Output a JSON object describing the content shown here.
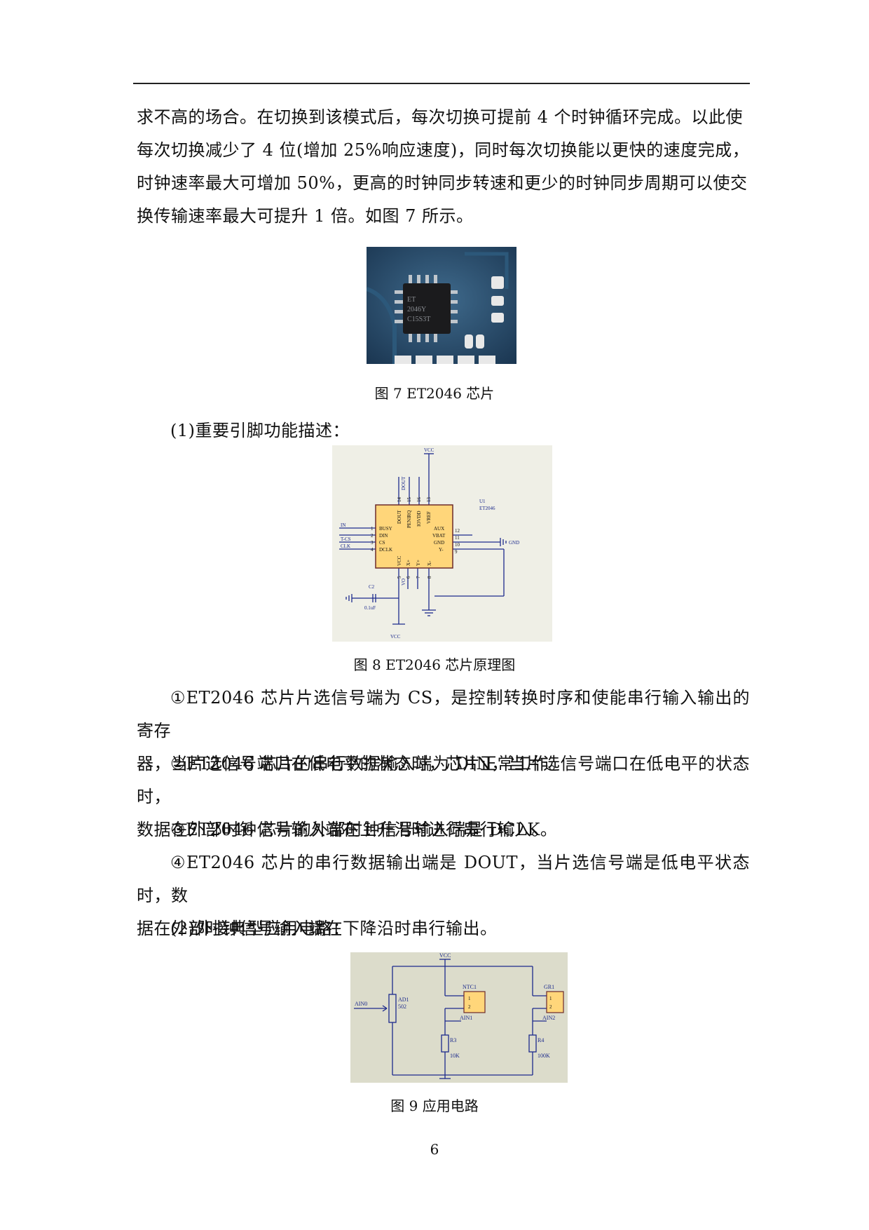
{
  "paragraphs": {
    "p1_lines": [
      "求不高的场合。在切换到该模式后，每次切换可提前 4 个时钟循环完成。以此使",
      "每次切换减少了 4 位(增加 25%响应速度)，同时每次切换能以更快的速度完成，",
      "时钟速率最大可增加 50%，更高的时钟同步转速和更少的时钟同步周期可以使交",
      "换传输速率最大可提升 1 倍。如图 7 所示。"
    ],
    "section1": "(1)重要引脚功能描述：",
    "item1_lines": [
      "①ET2046 芯片片选信号端为 CS，是控制转换时序和使能串行输入输出的寄存",
      "器，当片选信号端口在低电平的状态时，芯片正常工作。"
    ],
    "item2_lines": [
      "②ET2046 芯片的串行数据输入端为 DIN，当片选信号端口在低电平的状态时，",
      "数据在外部时钟信号输入端在上升沿时进行串行输入。"
    ],
    "item3": "③ET2046 芯片的外部时钟信号输入端是 DCLK。",
    "item4_lines": [
      "④ET2046 芯片的串行数据输出端是 DOUT，当片选信号端是低电平状态时，数",
      "据在外部时钟信号输入端在下降沿时串行输出。"
    ],
    "section2": "(2)外接典型应用电路："
  },
  "figures": {
    "fig7": {
      "caption": "图 7 ET2046 芯片",
      "chip_marking": [
        "ET",
        "2046Y",
        "C15S3T"
      ]
    },
    "fig8": {
      "caption": "图 8 ET2046 芯片原理图",
      "labels": {
        "vcc_top": "VCC",
        "vcc_bottom": "VCC",
        "designator": "U1",
        "part": "ET2046",
        "top_pins": [
          "DOUT",
          "PENIRQ",
          "IOVDD",
          "VREF"
        ],
        "top_pin_nums": [
          "14",
          "15",
          "16",
          "13"
        ],
        "left_pins": [
          "BUSY",
          "DIN",
          "CS",
          "DCLK"
        ],
        "left_pin_nums": [
          "1",
          "2",
          "3",
          "4"
        ],
        "left_nets": [
          "IN",
          "T-CS",
          "CLK"
        ],
        "right_pins": [
          "AUX",
          "VBAT",
          "GND",
          "Y-"
        ],
        "right_pin_nums": [
          "12",
          "11",
          "10",
          "9"
        ],
        "bottom_pins": [
          "VCC",
          "X+",
          "Y+",
          "X-"
        ],
        "bottom_pin_nums": [
          "5",
          "6",
          "7",
          "8"
        ],
        "dout_net": "DOUT",
        "gnd": "GND",
        "cap_ref": "C2",
        "cap_val": "0.1uF",
        "bottom_net": "VO"
      }
    },
    "fig9": {
      "caption": "图 9 应用电路",
      "labels": {
        "vcc": "VCC",
        "ain0": "AIN0",
        "ad1": "AD1",
        "ad1_val": "502",
        "ntc": "NTC1",
        "gr": "GR1",
        "ain1": "AIN1",
        "ain2": "AIN2",
        "r3": "R3",
        "r3_val": "10K",
        "r4": "R4",
        "r4_val": "100K",
        "pin1": "1",
        "pin2": "2"
      }
    }
  },
  "page_number": "6",
  "colors": {
    "schematic_bg": "#efefe6",
    "chip_body": "#ffd67a",
    "wire": "#1c2a8c",
    "circuit_bg": "#dcdccb"
  }
}
